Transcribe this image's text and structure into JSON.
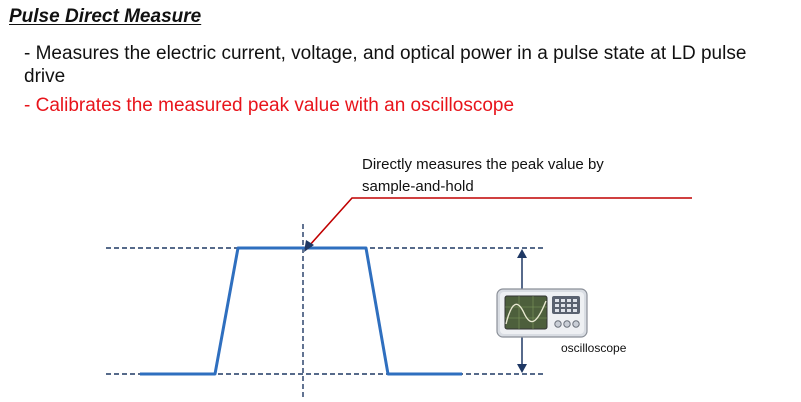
{
  "title": "Pulse Direct Measure",
  "bullets": [
    "- Measures the electric current, voltage, and optical power in a pulse state at LD pulse drive",
    "- Calibrates the measured peak value with an oscilloscope"
  ],
  "callout": {
    "line1": "Directly measures the peak value by",
    "line2": "sample-and-hold"
  },
  "oscilloscope_label": "oscilloscope",
  "colors": {
    "pulse": "#2f6fbf",
    "dashed": "#1f3864",
    "callout_line": "#c00000",
    "highlight": "#e8141b"
  },
  "icons": [
    "oscilloscope-icon",
    "arrow-icon"
  ]
}
